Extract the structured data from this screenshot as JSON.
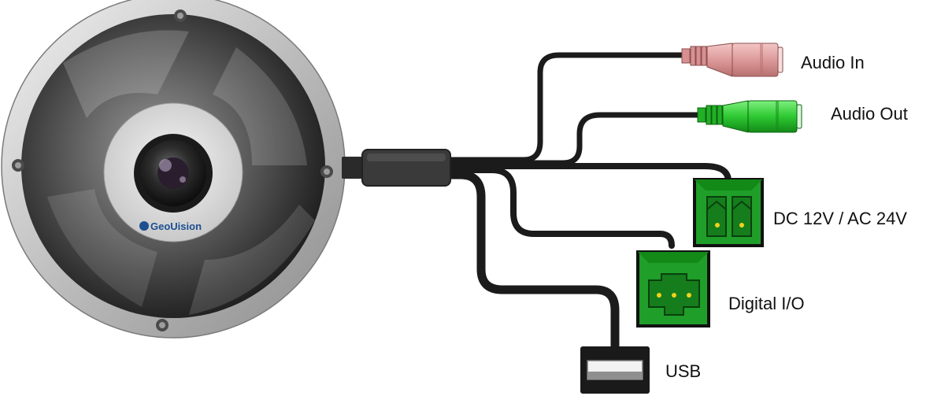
{
  "camera": {
    "logo_text": "GeoUision"
  },
  "connectors": {
    "audio_in": {
      "label": "Audio In",
      "color": "#e3a3a3"
    },
    "audio_out": {
      "label": "Audio Out",
      "color": "#2ec832"
    },
    "power": {
      "label": "DC 12V / AC 24V",
      "color": "#1f9e29"
    },
    "digital_io": {
      "label": "Digital I/O",
      "color": "#1f9e29"
    },
    "usb": {
      "label": "USB"
    }
  }
}
